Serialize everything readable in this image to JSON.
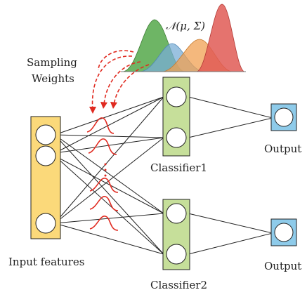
{
  "labels": {
    "distribution": "𝒩(μ, Σ)",
    "sampling_line1": "Sampling",
    "sampling_line2": "Weights",
    "input": "Input features",
    "classifier1": "Classifier1",
    "classifier2": "Classifier2",
    "output1": "Output",
    "output2": "Output"
  },
  "colors": {
    "input_box": "#fbd97a",
    "classifier_box": "#c6df9a",
    "output_box": "#8ecbea",
    "weight_curve": "#e02a20",
    "dist_green": "#55a84a",
    "dist_blue": "#7aaed6",
    "dist_orange": "#f0a052",
    "dist_red": "#e05a55"
  }
}
